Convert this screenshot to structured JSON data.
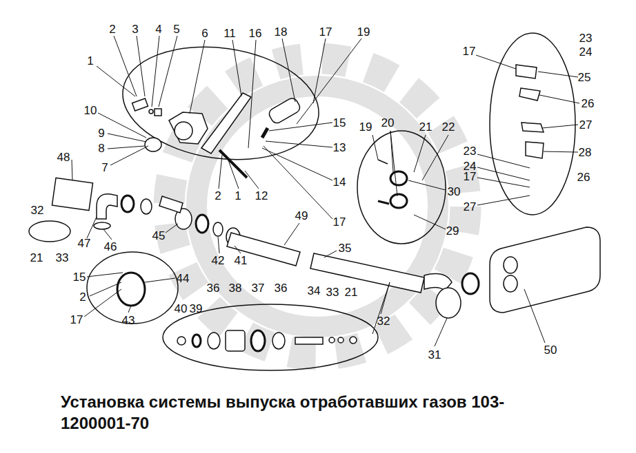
{
  "diagram": {
    "title": "Установка системы выпуска отработавших газов 103-1200001-70",
    "labels": [
      "2",
      "3",
      "4",
      "5",
      "6",
      "11",
      "16",
      "18",
      "17",
      "19",
      "1",
      "10",
      "9",
      "8",
      "7",
      "15",
      "13",
      "14",
      "17",
      "12",
      "1",
      "2",
      "19",
      "20",
      "21",
      "22",
      "30",
      "29",
      "23",
      "24",
      "17",
      "25",
      "26",
      "27",
      "28",
      "23",
      "24",
      "17",
      "26",
      "27",
      "48",
      "32",
      "21",
      "33",
      "47",
      "46",
      "45",
      "42",
      "41",
      "49",
      "35",
      "15",
      "2",
      "17",
      "43",
      "44",
      "40",
      "39",
      "36",
      "38",
      "37",
      "36",
      "34",
      "33",
      "21",
      "32",
      "31",
      "50"
    ]
  }
}
